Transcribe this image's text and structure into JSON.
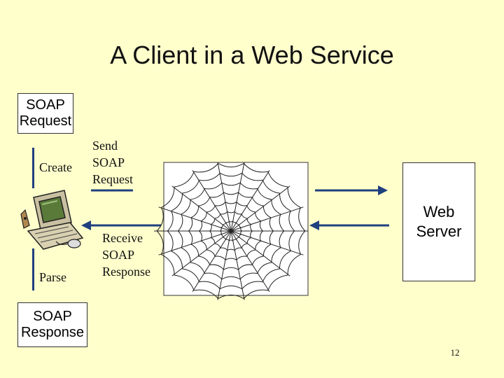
{
  "slide": {
    "title": "A Client in a Web Service",
    "page_number": "12"
  },
  "client": {
    "request_box": "SOAP\nRequest",
    "response_box": "SOAP\nResponse",
    "create_label": "Create",
    "parse_label": "Parse",
    "computer_icon": "computer-icon"
  },
  "messages": {
    "send_label": "Send\nSOAP\nRequest",
    "receive_label": "Receive\nSOAP\nResponse"
  },
  "web": {
    "icon": "spiderweb-icon"
  },
  "server": {
    "label": "Web\nServer"
  },
  "colors": {
    "background": "#ffffcc",
    "line_accent": "#1f3f7f"
  }
}
